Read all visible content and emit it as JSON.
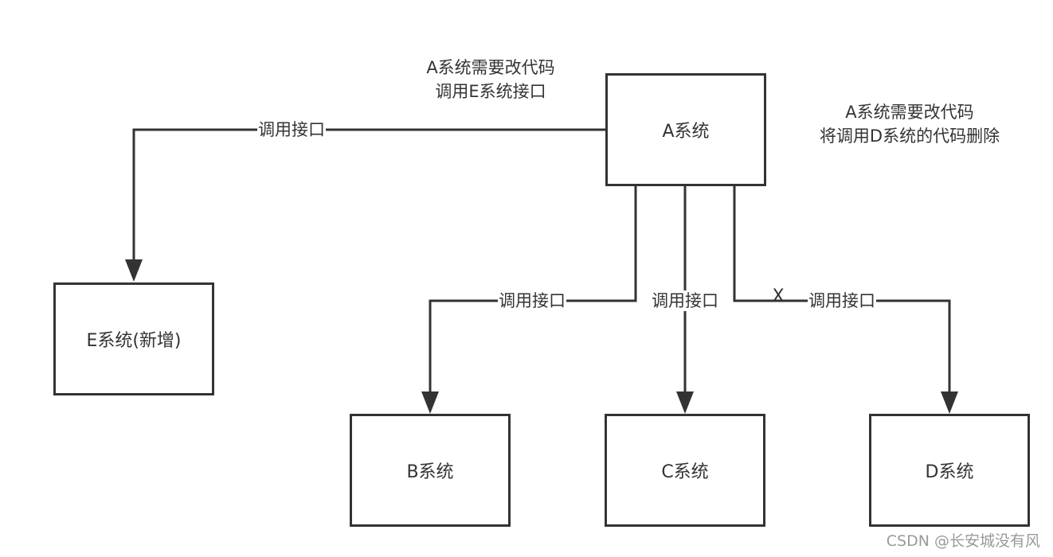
{
  "nodes": {
    "a": "A系统",
    "b": "B系统",
    "c": "C系统",
    "d": "D系统",
    "e": "E系统(新增)"
  },
  "edges": {
    "a_to_e": "调用接口",
    "a_to_b": "调用接口",
    "a_to_c": "调用接口",
    "a_to_d": "调用接口"
  },
  "annotations": {
    "left_note": [
      "A系统需要改代码",
      "调用E系统接口"
    ],
    "right_note": [
      "A系统需要改代码",
      "将调用D系统的代码删除"
    ],
    "removed_mark": "X"
  },
  "watermark": "CSDN @长安城没有风",
  "colors": {
    "stroke": "#333333",
    "background": "#ffffff",
    "watermark": "#9a9a9a"
  }
}
